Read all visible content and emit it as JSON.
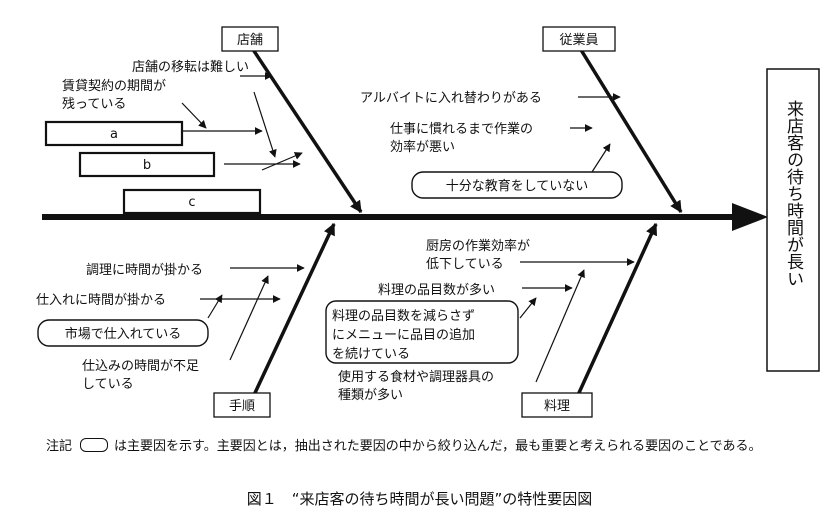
{
  "effect": "来店客の待ち時間が長い",
  "categories": {
    "store": "店舗",
    "staff": "従業員",
    "procedure": "手順",
    "dish": "料理"
  },
  "causes": {
    "store_move": "店舗の移転は難しい",
    "lease_1": "賃貸契約の期間が",
    "lease_2": "残っている",
    "box_a": "a",
    "box_b": "b",
    "box_c": "c",
    "parttime": "アルバイトに入れ替わりがある",
    "work_1": "仕事に慣れるまで作業の",
    "work_2": "効率が悪い",
    "education": "十分な教育をしていない",
    "cooking_time": "調理に時間が掛かる",
    "purchase_time": "仕入れに時間が掛かる",
    "market": "市場で仕入れている",
    "prep_1": "仕込みの時間が不足",
    "prep_2": "している",
    "kitchen_1": "厨房の作業効率が",
    "kitchen_2": "低下している",
    "menu_many": "料理の品目数が多い",
    "menu_add_1": "料理の品目数を減らさず",
    "menu_add_2": "にメニューに品目の追加",
    "menu_add_3": "を続けている",
    "ingredients_1": "使用する食材や調理器具の",
    "ingredients_2": "種類が多い"
  },
  "note": {
    "prefix": "注記",
    "text": "は主要因を示す。主要因とは，抽出された要因の中から絞り込んだ，最も重要と考えられる要因のことである。"
  },
  "caption": "図１　“来店客の待ち時間が長い問題”の特性要因図"
}
